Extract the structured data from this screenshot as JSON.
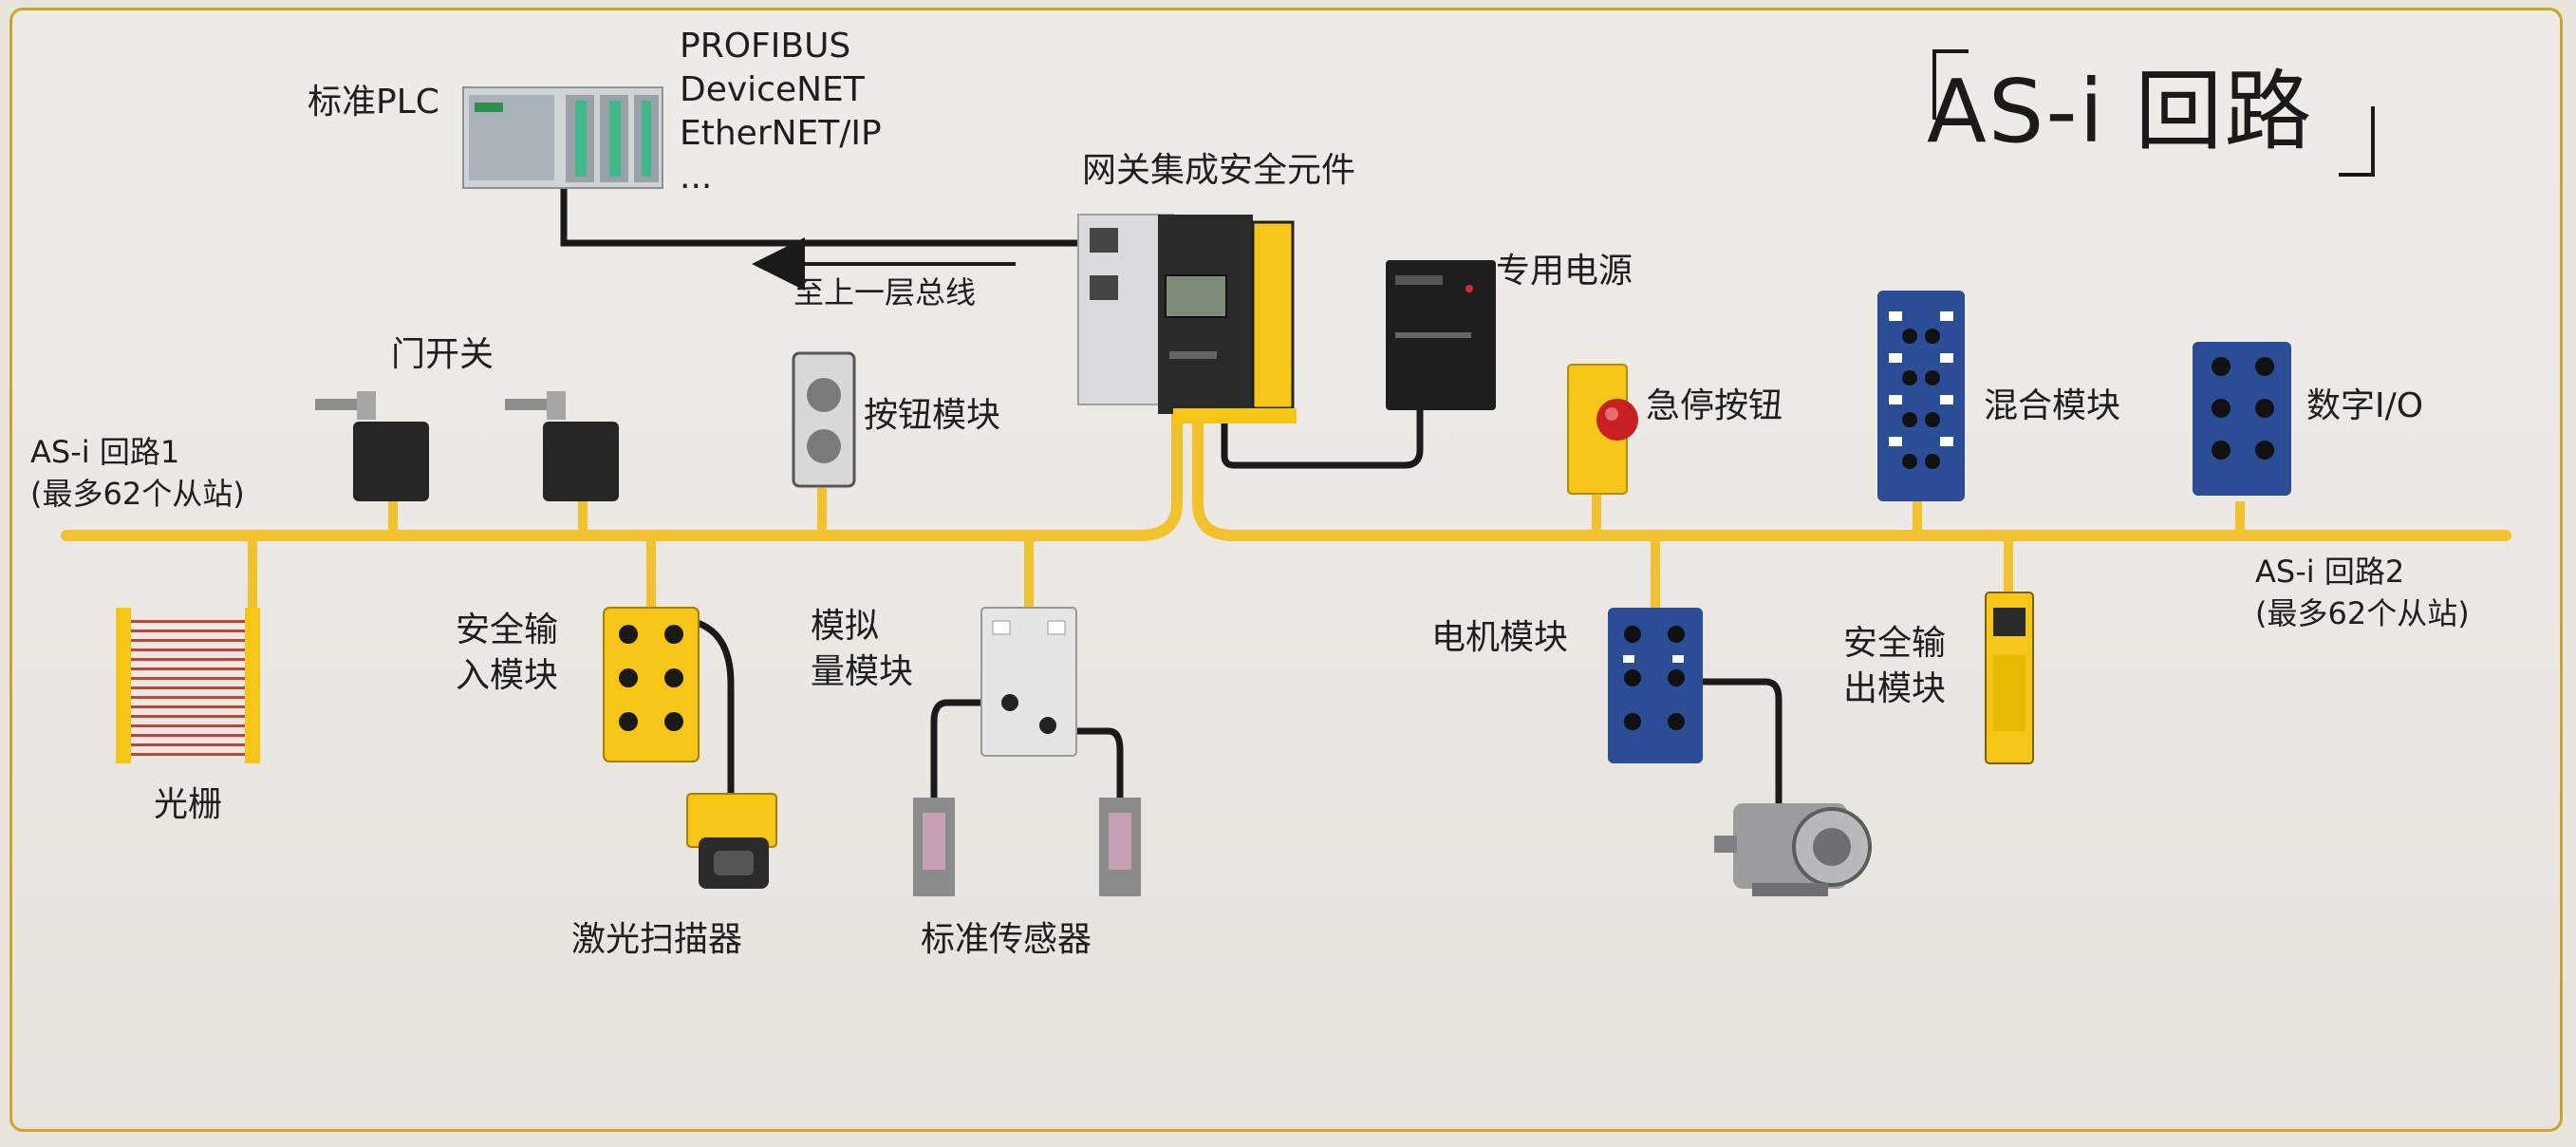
{
  "title": "AS-i  回路",
  "plc": {
    "label": "标准PLC",
    "protocols": [
      "PROFIBUS",
      "DeviceNET",
      "EtherNET/IP",
      "..."
    ]
  },
  "gateway": {
    "label": "网关集成安全元件",
    "uplink_label": "至上一层总线"
  },
  "power_supply": {
    "label": "专用电源"
  },
  "loop1": {
    "line1": "AS-i  回路1",
    "line2": "(最多62个从站)"
  },
  "loop2": {
    "line1": "AS-i  回路2",
    "line2": "(最多62个从站)"
  },
  "devices": {
    "door_switch": "门开关",
    "button_module": "按钮模块",
    "estop": "急停按钮",
    "mixed_module": "混合模块",
    "digital_io": "数字I/O",
    "light_curtain": "光栅",
    "safety_input": [
      "安全输",
      "入模块"
    ],
    "laser_scanner": "激光扫描器",
    "analog_module": [
      "模拟",
      "量模块"
    ],
    "standard_sensor": "标准传感器",
    "motor_module": "电机模块",
    "safety_output": [
      "安全输",
      "出模块"
    ]
  },
  "colors": {
    "bus": "#f2c12e",
    "cable": "#1a1a1a",
    "accent_yellow": "#f5c518",
    "module_blue": "#2a4d96",
    "frame": "#c9a62a"
  }
}
